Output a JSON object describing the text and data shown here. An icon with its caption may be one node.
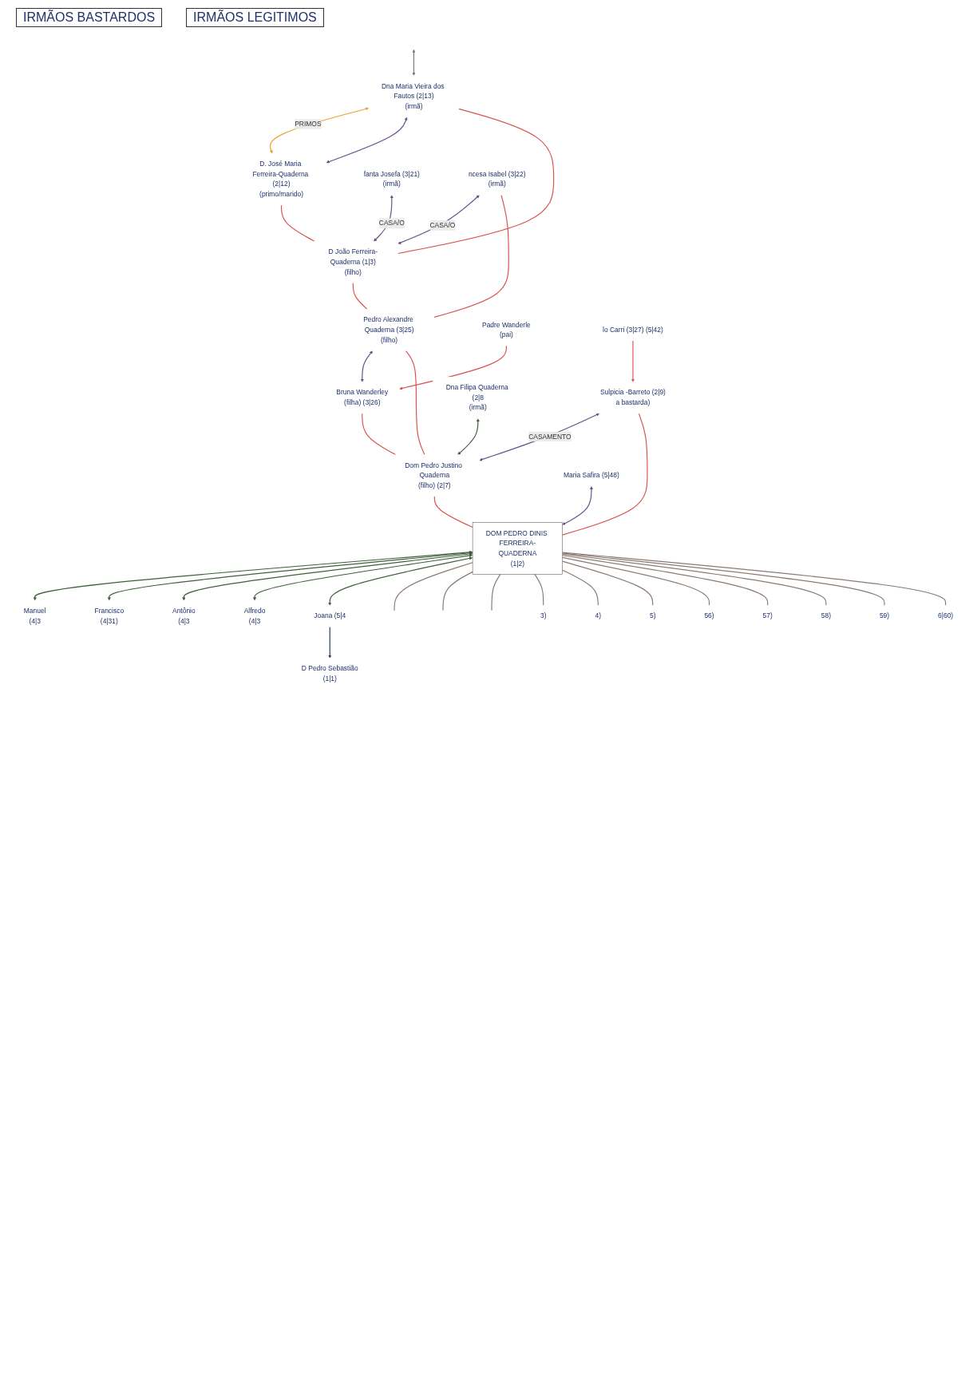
{
  "diagram": {
    "nodes": [
      {
        "text": [
          "Dna Maria Vieira dos Fautos (2|13)",
          "(irmã)"
        ]
      },
      {
        "text": [
          "D. José Maria Ferreira-Quaderna (2|12)",
          "(primo/marido)"
        ]
      },
      {
        "text": [
          "D João Ferreira-Quaderna (1|3)",
          "(filho)"
        ]
      },
      {
        "text": [
          "fanta Josefa (3|21)",
          "(irmã)"
        ]
      },
      {
        "text": [
          "ncesa Isabel (3|22)",
          "(irmã)"
        ]
      },
      {
        "text": [
          "Pedro Alexandre Quaderna (3|25)",
          "(filho)"
        ]
      },
      {
        "text": [
          "Padre Wanderle",
          "(pai)"
        ]
      },
      {
        "text": [
          "Bruna Wanderley",
          "(filha) (3|26)"
        ]
      },
      {
        "text": [
          "lo Carri (3|27) (5|42)"
        ]
      },
      {
        "text": [
          "Sulpicia -Barreto (2|9)",
          "a bastarda)"
        ]
      },
      {
        "text": [
          "Dom Pedro Justino Quaderna",
          "(filho) (2|7)"
        ]
      },
      {
        "text": [
          "Dna Filipa Quaderna (2|8",
          "(irmã)"
        ]
      },
      {
        "text": [
          "DOM PEDRO DINIS FERREIRA-QUADERNA",
          "(1|2)"
        ]
      },
      {
        "text": [
          "Maria Safira (5|48)"
        ]
      },
      {
        "text": [
          "Manuel",
          "(4|3"
        ]
      },
      {
        "text": [
          "Francisco",
          "(4|31)"
        ]
      },
      {
        "text": [
          "Antônio",
          "(4|3"
        ]
      },
      {
        "text": [
          "Alfredo",
          "(4|3"
        ]
      },
      {
        "text": [
          "Joana (5|4"
        ]
      },
      {
        "text": [
          "D Pedro Sebastião",
          "(1|1)"
        ]
      },
      {
        "text": [
          "3)"
        ]
      },
      {
        "text": [
          "4)"
        ]
      },
      {
        "text": [
          "5)"
        ]
      },
      {
        "text": [
          "56)"
        ]
      },
      {
        "text": [
          "57)"
        ]
      },
      {
        "text": [
          "58)"
        ]
      },
      {
        "text": [
          "59)"
        ]
      },
      {
        "text": [
          "6|60)"
        ]
      }
    ],
    "edges": [
      {
        "from": null,
        "to": 0,
        "arrow": "both",
        "color": "#7d7a70"
      },
      {
        "from": 0,
        "to": 1,
        "arrow": "both",
        "label": "PRIMOS",
        "color": "#f0a030"
      },
      {
        "from": 0,
        "to": 1,
        "arrow": "both",
        "color": "#6b4f8a"
      },
      {
        "from": 0,
        "to": 2,
        "arrow": "none",
        "color": "#d9534f"
      },
      {
        "from": 1,
        "to": 2,
        "arrow": "none",
        "color": "#d9534f"
      },
      {
        "from": 3,
        "to": 2,
        "arrow": "both",
        "label": "CASA/O",
        "color": "#6b4f8a"
      },
      {
        "from": 4,
        "to": 2,
        "arrow": "both",
        "label": "CASA/O",
        "color": "#6b4f8a"
      },
      {
        "from": 4,
        "to": 5,
        "arrow": "none",
        "color": "#d9534f"
      },
      {
        "from": 2,
        "to": 5,
        "arrow": "none",
        "color": "#d9534f"
      },
      {
        "from": 6,
        "to": 7,
        "arrow": "to",
        "color": "#d9534f"
      },
      {
        "from": 5,
        "to": 7,
        "arrow": "both",
        "color": "#6b4f8a"
      },
      {
        "from": 8,
        "to": 9,
        "arrow": "to",
        "color": "#d9534f"
      },
      {
        "from": 9,
        "to": 10,
        "arrow": "both",
        "label": "CASAMENTO",
        "color": "#6b4f8a"
      },
      {
        "from": 5,
        "to": 10,
        "arrow": "none",
        "color": "#d9534f"
      },
      {
        "from": 7,
        "to": 10,
        "arrow": "none",
        "color": "#d9534f"
      },
      {
        "from": 11,
        "to": 10,
        "arrow": "both",
        "color": "#3f5f3a"
      },
      {
        "from": 9,
        "to": 12,
        "arrow": "none",
        "color": "#d9534f"
      },
      {
        "from": 10,
        "to": 12,
        "arrow": "none",
        "color": "#d9534f"
      },
      {
        "from": 13,
        "to": 12,
        "arrow": "both",
        "color": "#6b4f8a"
      },
      {
        "from": 12,
        "to": 14,
        "arrow": "both",
        "color": "#3f5f3a"
      },
      {
        "from": 12,
        "to": 15,
        "arrow": "both",
        "color": "#3f5f3a"
      },
      {
        "from": 12,
        "to": 16,
        "arrow": "both",
        "color": "#3f5f3a"
      },
      {
        "from": 12,
        "to": 17,
        "arrow": "both",
        "color": "#3f5f3a"
      },
      {
        "from": 12,
        "to": 18,
        "arrow": "both",
        "color": "#3f5f3a"
      },
      {
        "from": 18,
        "to": 19,
        "arrow": "to",
        "color": "#2a3a5a"
      },
      {
        "from": 12,
        "to": null,
        "arrow": "none",
        "color": "#8a7a72"
      },
      {
        "from": 12,
        "to": null,
        "arrow": "none",
        "color": "#8a7a72"
      },
      {
        "from": 12,
        "to": null,
        "arrow": "none",
        "color": "#8a7a72"
      },
      {
        "from": 12,
        "to": 20,
        "arrow": "none",
        "color": "#8a7a72"
      },
      {
        "from": 12,
        "to": 21,
        "arrow": "none",
        "color": "#8a7a72"
      },
      {
        "from": 12,
        "to": 22,
        "arrow": "none",
        "color": "#8a7a72"
      },
      {
        "from": 12,
        "to": 23,
        "arrow": "none",
        "color": "#8a7a72"
      },
      {
        "from": 12,
        "to": 24,
        "arrow": "none",
        "color": "#8a7a72"
      },
      {
        "from": 12,
        "to": 25,
        "arrow": "none",
        "color": "#8a7a72"
      },
      {
        "from": 12,
        "to": 26,
        "arrow": "none",
        "color": "#8a7a72"
      },
      {
        "from": 12,
        "to": 27,
        "arrow": "none",
        "color": "#8a7a72"
      }
    ],
    "labels": [
      "IRMÃOS BASTARDOS",
      "IRMÃOS LEGITIMOS"
    ]
  }
}
